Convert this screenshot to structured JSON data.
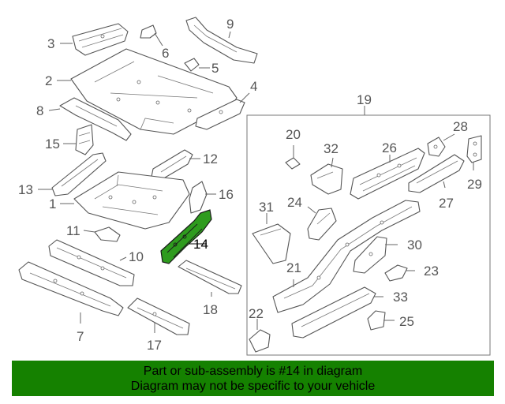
{
  "callouts": {
    "c1": "1",
    "c2": "2",
    "c3": "3",
    "c5": "5",
    "c6": "6",
    "c7": "7",
    "c8": "8",
    "c9": "9",
    "c10": "10",
    "c11": "11",
    "c12": "12",
    "c13": "13",
    "c14": "14",
    "c15": "15",
    "c16": "16",
    "c17": "17",
    "c18": "18",
    "c19": "19",
    "c20": "20",
    "c21": "21",
    "c22": "22",
    "c23": "23",
    "c24": "24",
    "c25": "25",
    "c26": "26",
    "c27": "27",
    "c28": "28",
    "c29": "29",
    "c30": "30",
    "c31": "31",
    "c32": "32",
    "c33": "33",
    "c4": "4"
  },
  "highlight": {
    "part_number": "14",
    "color": "#2e9b1e"
  },
  "banner": {
    "line1": "Part or sub-assembly is #14 in diagram",
    "line2": "Diagram may not be specific to your vehicle",
    "background": "#158100"
  }
}
